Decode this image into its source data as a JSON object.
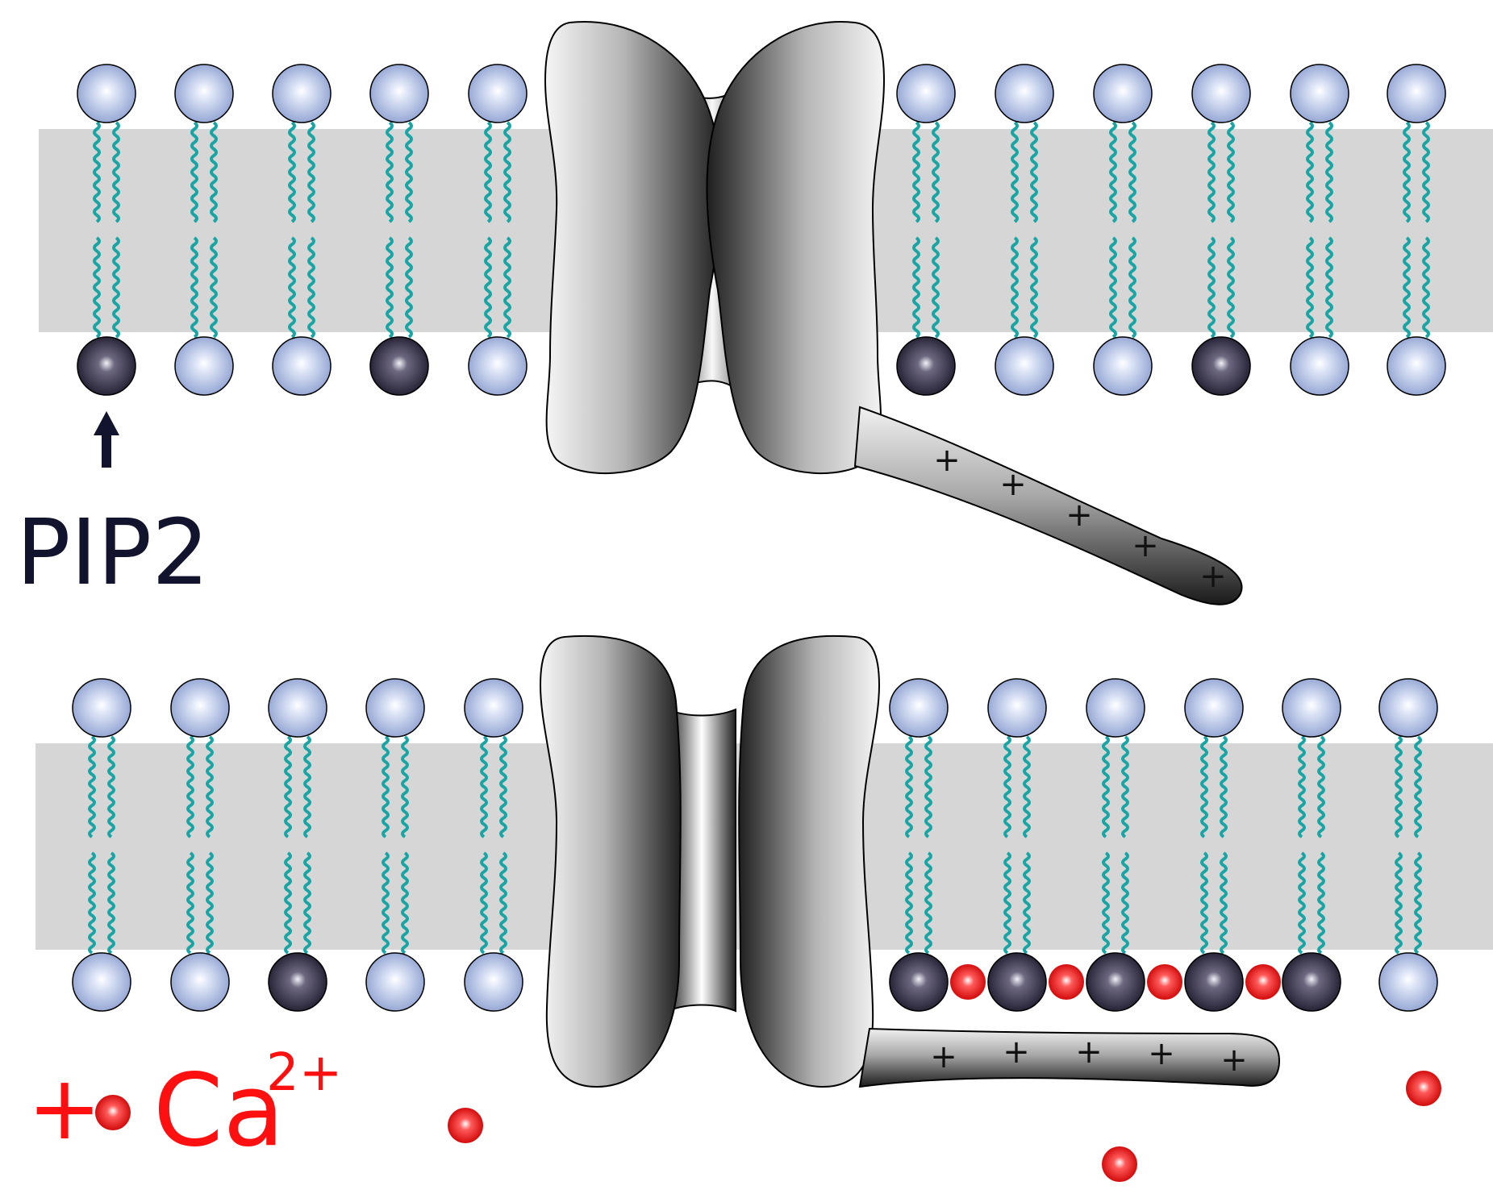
{
  "labels": {
    "pip2": "PIP2",
    "ca_prefix": "+",
    "ca": "Ca",
    "ca_charge": "2+",
    "charge_symbol": "+"
  },
  "colors": {
    "membrane": "#d6d6d6",
    "lipid_tail": "#1aa5a5",
    "headgroup_light": "#9fb0d9",
    "headgroup_pip2": "#262338",
    "calcium": "#ee1111",
    "label_dark": "#12142e",
    "label_red": "#ff1010"
  },
  "panels": {
    "top": {
      "state": "closed",
      "upper_leaflet": [
        "normal",
        "normal",
        "normal",
        "normal",
        "normal",
        "normal",
        "normal",
        "normal",
        "normal",
        "normal",
        "normal"
      ],
      "lower_leaflet": [
        "pip2",
        "normal",
        "normal",
        "pip2",
        "normal",
        "pip2",
        "normal",
        "normal",
        "pip2",
        "normal",
        "normal"
      ],
      "tail_charges": 5,
      "calcium_ions": 0
    },
    "bottom": {
      "state": "open",
      "upper_leaflet": [
        "normal",
        "normal",
        "normal",
        "normal",
        "normal",
        "normal",
        "normal",
        "normal",
        "normal",
        "normal",
        "normal"
      ],
      "lower_leaflet": [
        "normal",
        "normal",
        "pip2",
        "normal",
        "normal",
        "pip2",
        "pip2",
        "pip2",
        "pip2",
        "pip2",
        "normal"
      ],
      "tail_charges": 5,
      "calcium_bridging": 4,
      "calcium_free": 3
    }
  }
}
